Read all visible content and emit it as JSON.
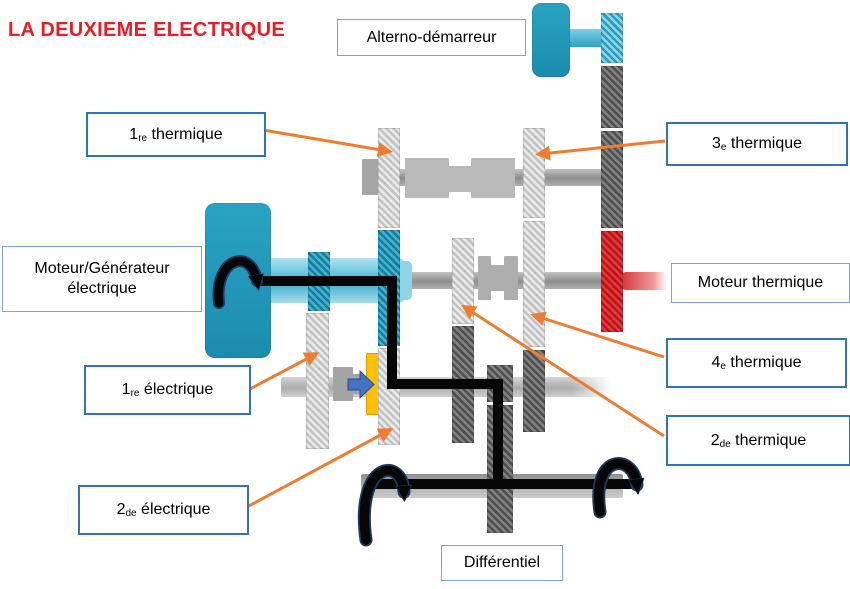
{
  "title": {
    "text": "LA DEUXIEME ELECTRIQUE"
  },
  "labels": {
    "alterno_demarreur": {
      "prefix": "",
      "sub": "",
      "rest": "Alterno-démarreur"
    },
    "premiere_thermique": {
      "prefix": "1",
      "sub": "re",
      "rest": " thermique"
    },
    "troisieme_thermique": {
      "prefix": "3",
      "sub": "e",
      "rest": " thermique"
    },
    "moteur_generateur": {
      "line1": "Moteur/Générateur",
      "line2": "électrique"
    },
    "moteur_thermique": {
      "prefix": "",
      "sub": "",
      "rest": "Moteur thermique"
    },
    "premiere_electrique": {
      "prefix": "1",
      "sub": "re",
      "rest": " électrique"
    },
    "quatrieme_thermique": {
      "prefix": "4",
      "sub": "e",
      "rest": " thermique"
    },
    "seconde_thermique": {
      "prefix": "2",
      "sub": "de",
      "rest": " thermique"
    },
    "seconde_electrique": {
      "prefix": "2",
      "sub": "de",
      "rest": " électrique"
    },
    "differentiel": {
      "prefix": "",
      "sub": "",
      "rest": "Différentiel"
    }
  },
  "colors": {
    "title_red": "#ED1C24",
    "accent_orange": "#ED7D31",
    "teal_motor": "#1E95B7",
    "gear_red": "#D42027",
    "clutch_yellow": "#FFC000",
    "engage_arrow_blue": "#4472C4",
    "box_border_strong": "#2E75B6",
    "box_border_light": "#7CA6D8",
    "power_path_black": "#070707"
  }
}
